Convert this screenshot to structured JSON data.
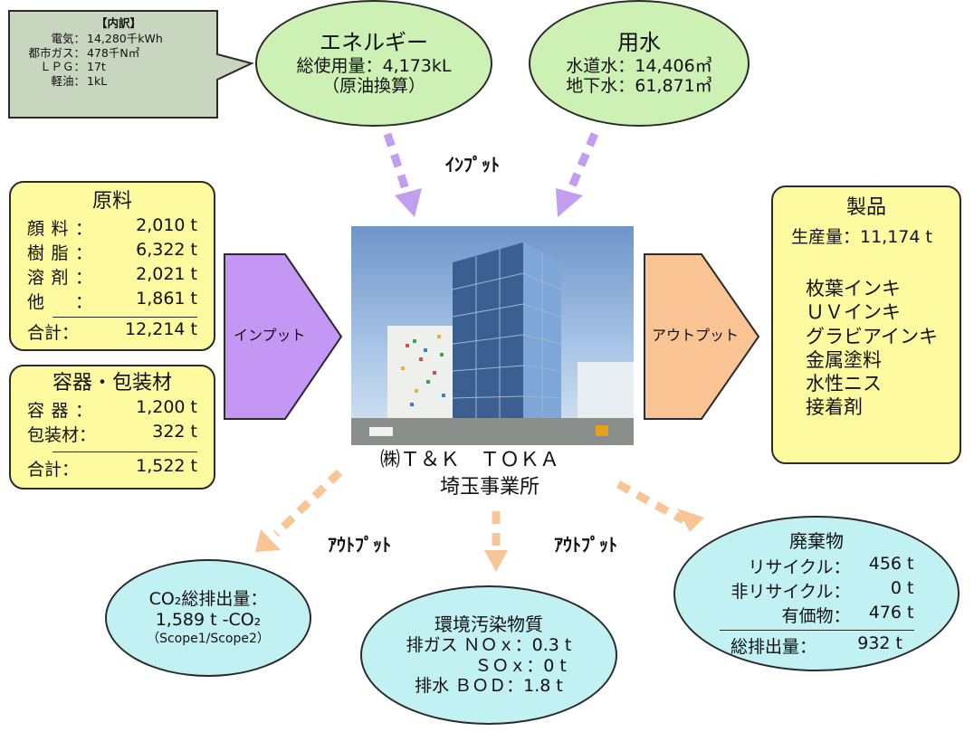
{
  "breakdown": {
    "title": "【内訳】",
    "rows": [
      {
        "label": "電気：",
        "value": "14,280千kWh"
      },
      {
        "label": "都市ガス：",
        "value": "478千N㎥"
      },
      {
        "label": "ＬＰＧ：",
        "value": "17t"
      },
      {
        "label": "軽油：",
        "value": "1kL"
      }
    ]
  },
  "energy": {
    "title": "エネルギー",
    "line1": "総使用量：4,173kL",
    "line2": "（原油換算）"
  },
  "water": {
    "title": "用水",
    "line1": "水道水：14,406㎥",
    "line2": "地下水：61,871㎥"
  },
  "input_top_label": "ｲﾝﾌﾟｯﾄ",
  "materials": {
    "title": "原料",
    "rows": [
      {
        "label": "顔料：",
        "value": "2,010 t"
      },
      {
        "label": "樹脂：",
        "value": "6,322 t"
      },
      {
        "label": "溶剤：",
        "value": "2,021 t"
      },
      {
        "label": "他：",
        "value": "1,861 t"
      }
    ],
    "total_label": "合計：",
    "total_value": "12,214 t"
  },
  "containers": {
    "title": "容器・包装材",
    "rows": [
      {
        "label": "容器：",
        "value": "1,200 t"
      },
      {
        "label": "包装材：",
        "value": "322 t"
      }
    ],
    "total_label": "合計：",
    "total_value": "1,522 t"
  },
  "input_arrow_label": "インプット",
  "output_arrow_label": "アウトプット",
  "company": {
    "name": "㈱Ｔ＆Ｋ　ＴＯＫＡ",
    "site": "埼玉事業所"
  },
  "products": {
    "title": "製品",
    "production": "生産量：11,174 t",
    "items": [
      "枚葉インキ",
      "ＵＶインキ",
      "グラビアインキ",
      "金属塗料",
      "水性ニス",
      "接着剤"
    ]
  },
  "output_label_left": "ｱｳﾄﾌﾟｯﾄ",
  "output_label_right": "ｱｳﾄﾌﾟｯﾄ",
  "co2": {
    "line1": "CO₂総排出量：",
    "line2": "1,589 t -CO₂",
    "line3": "（Scope1/Scope2）"
  },
  "pollutants": {
    "title": "環境汚染物質",
    "line1": "排ガス ＮＯｘ：0.3 t",
    "line2": "ＳＯｘ：0 t",
    "line3": "排水 ＢＯＤ：1.8 t"
  },
  "waste": {
    "title": "廃棄物",
    "rows": [
      {
        "label": "リサイクル：",
        "value": "456 t"
      },
      {
        "label": "非リサイクル：",
        "value": "0 t"
      },
      {
        "label": "有価物：",
        "value": "476 t"
      }
    ],
    "total_label": "総排出量：",
    "total_value": "932 t"
  },
  "colors": {
    "green_ellipse": "#cdf0b4",
    "cyan_ellipse": "#c2f1f4",
    "yellow_box": "#fefaa0",
    "input_arrow": "#c597f5",
    "output_arrow": "#f9c393",
    "dashed_input": "#c29ef0",
    "dashed_output": "#f8c596"
  }
}
